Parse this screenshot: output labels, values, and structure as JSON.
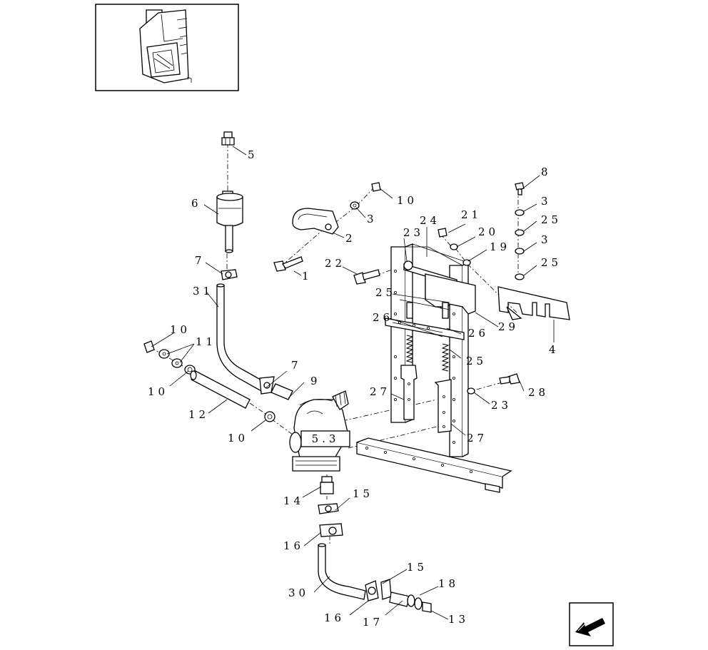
{
  "callouts": {
    "c1": "1",
    "c2": "2",
    "c3a": "3",
    "c3b": "3",
    "c3c": "3",
    "c4": "4",
    "c5": "5",
    "c6": "6",
    "c7a": "7",
    "c7b": "7",
    "c8": "8",
    "c9": "9",
    "c10a": "10",
    "c10b": "10",
    "c10c": "10",
    "c10d": "10",
    "c11": "11",
    "c12": "12",
    "c13": "13",
    "c14": "14",
    "c15a": "15",
    "c15b": "15",
    "c16a": "16",
    "c16b": "16",
    "c17": "17",
    "c18": "18",
    "c19": "19",
    "c20": "20",
    "c21": "21",
    "c22": "22",
    "c23a": "23",
    "c23b": "23",
    "c24": "24",
    "c25a": "25",
    "c25b": "25",
    "c25c": "25",
    "c25d": "25",
    "c26a": "26",
    "c26b": "26",
    "c27a": "27",
    "c27b": "27",
    "c28": "28",
    "c29": "29",
    "c30": "30",
    "c31": "31",
    "ref53": "5.3"
  },
  "icons": {
    "thumbnail": "machine-overview-thumbnail",
    "nav": "next-page-arrow-icon"
  },
  "colors": {
    "ink": "#000000",
    "paper": "#ffffff"
  }
}
